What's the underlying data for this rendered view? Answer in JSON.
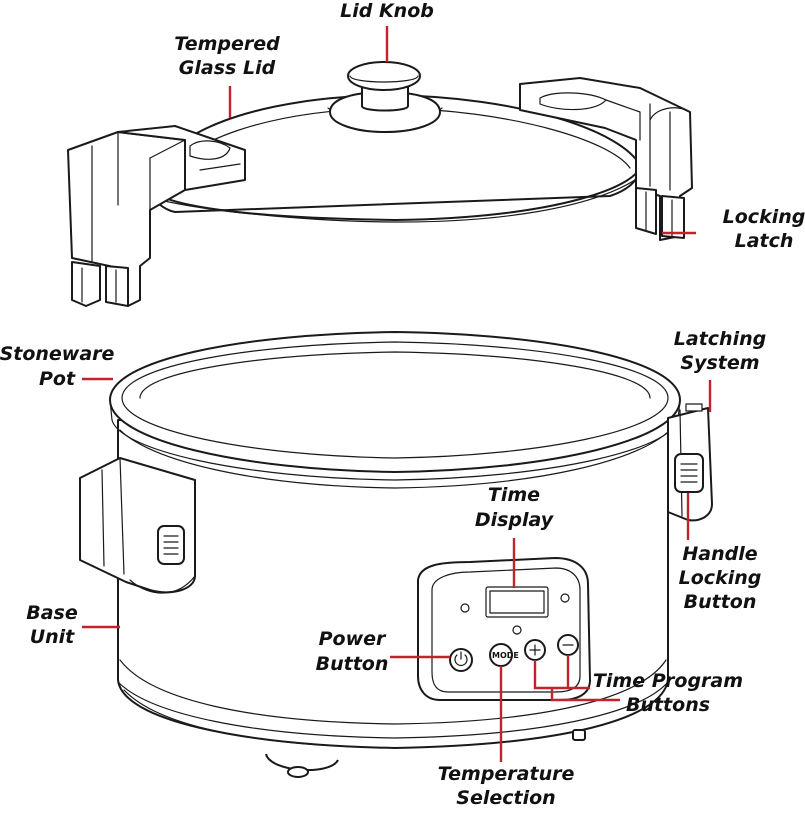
{
  "colors": {
    "leader": "#c0232b",
    "outline": "#1a1a1a",
    "label": "#111111"
  },
  "labels": {
    "lid_knob": [
      "Lid Knob"
    ],
    "tempered_glass_lid": [
      "Tempered",
      "Glass Lid"
    ],
    "locking_latch": [
      "Locking",
      "Latch"
    ],
    "stoneware_pot": [
      "Stoneware",
      "Pot"
    ],
    "latching_system": [
      "Latching",
      "System"
    ],
    "time_display": [
      "Time",
      "Display"
    ],
    "handle_locking_button": [
      "Handle",
      "Locking",
      "Button"
    ],
    "base_unit": [
      "Base",
      "Unit"
    ],
    "power_button": [
      "Power",
      "Button"
    ],
    "time_program_buttons": [
      "Time Program",
      "Buttons"
    ],
    "temperature_selection": [
      "Temperature",
      "Selection"
    ]
  },
  "control_panel": {
    "mode_button_text": "MODE",
    "plus_icon": "plus-icon",
    "minus_icon": "minus-icon",
    "power_icon": "power-icon"
  }
}
